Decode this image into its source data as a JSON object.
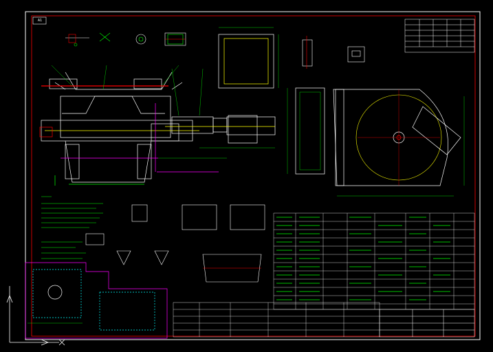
{
  "viewport": {
    "background": "#000000"
  },
  "colors": {
    "frame": "#ff0000",
    "body": "#ffffff",
    "dims": "#00ff00",
    "center": "#ffff00",
    "section": "#00ffff",
    "accent": "#ff00ff"
  },
  "title_block": {
    "sheet_tag": "A1",
    "stamp": "",
    "model": ""
  },
  "drawing_ids": {
    "top_left_view": "view-top-left",
    "main_view": "view-main-assembly",
    "side_view": "view-side-profile",
    "right_view": "view-right-elevation",
    "foundation_plan": "view-foundation",
    "notes": "notes-block",
    "bom": "bill-of-materials"
  },
  "icons": {
    "ucs": "ucs-axis-icon"
  }
}
